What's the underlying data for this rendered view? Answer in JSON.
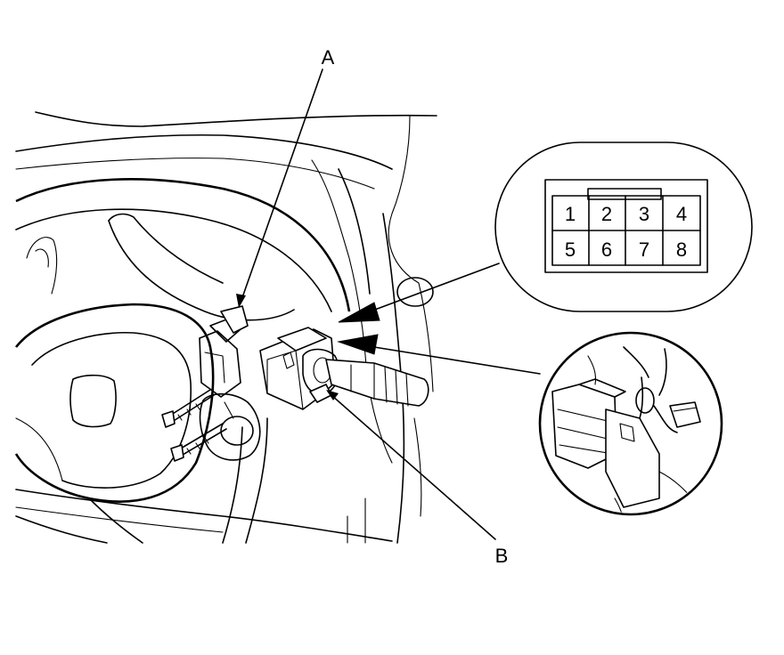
{
  "callouts": {
    "a": "A",
    "b": "B"
  },
  "connector": {
    "pins_top": [
      "1",
      "2",
      "3",
      "4"
    ],
    "pins_bottom": [
      "5",
      "6",
      "7",
      "8"
    ]
  },
  "colors": {
    "ink": "#000000",
    "paper": "#ffffff"
  }
}
